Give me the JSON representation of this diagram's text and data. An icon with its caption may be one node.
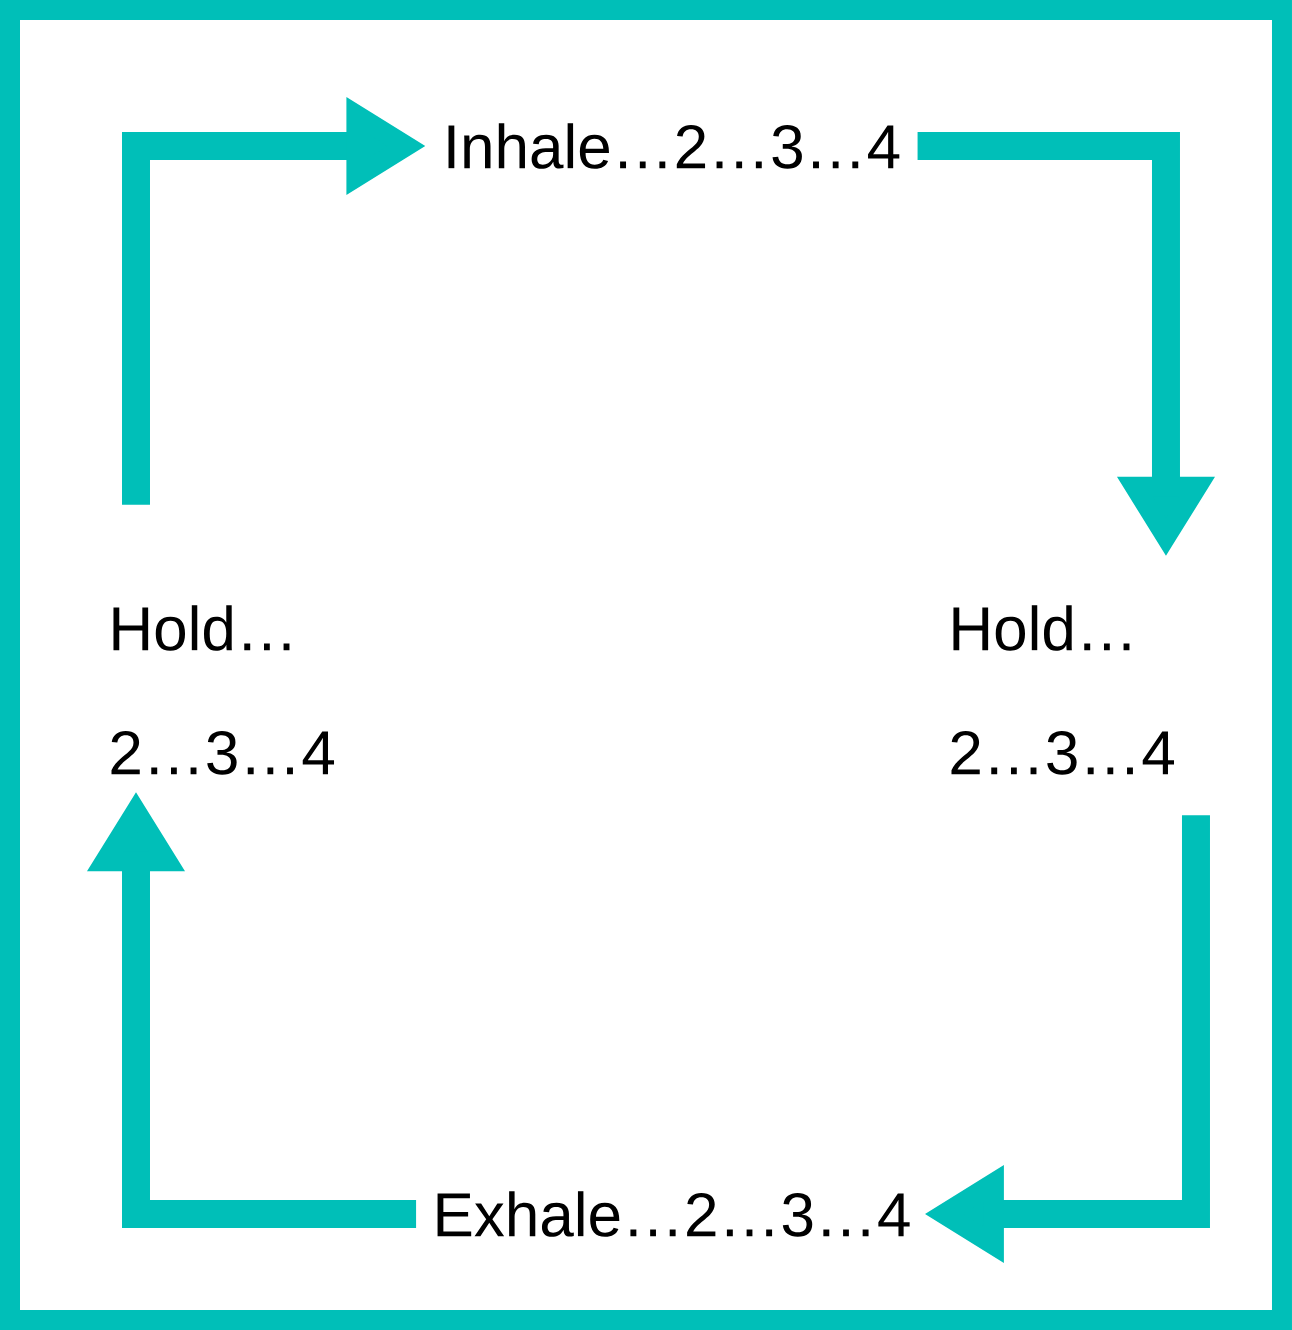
{
  "diagram": {
    "nodes": [
      {
        "text": [
          "Inhale…2…3…4"
        ]
      },
      {
        "text": [
          "Hold… 2…3…4"
        ]
      },
      {
        "text": [
          "Exhale…2…3…4"
        ]
      },
      {
        "text": [
          "Hold… 2…3…4"
        ]
      }
    ],
    "edges": [
      {
        "from": 3,
        "to": 0,
        "arrow": "to"
      },
      {
        "from": 0,
        "to": 1,
        "arrow": "to"
      },
      {
        "from": 1,
        "to": 2,
        "arrow": "to"
      },
      {
        "from": 2,
        "to": 3,
        "arrow": "to"
      }
    ]
  }
}
